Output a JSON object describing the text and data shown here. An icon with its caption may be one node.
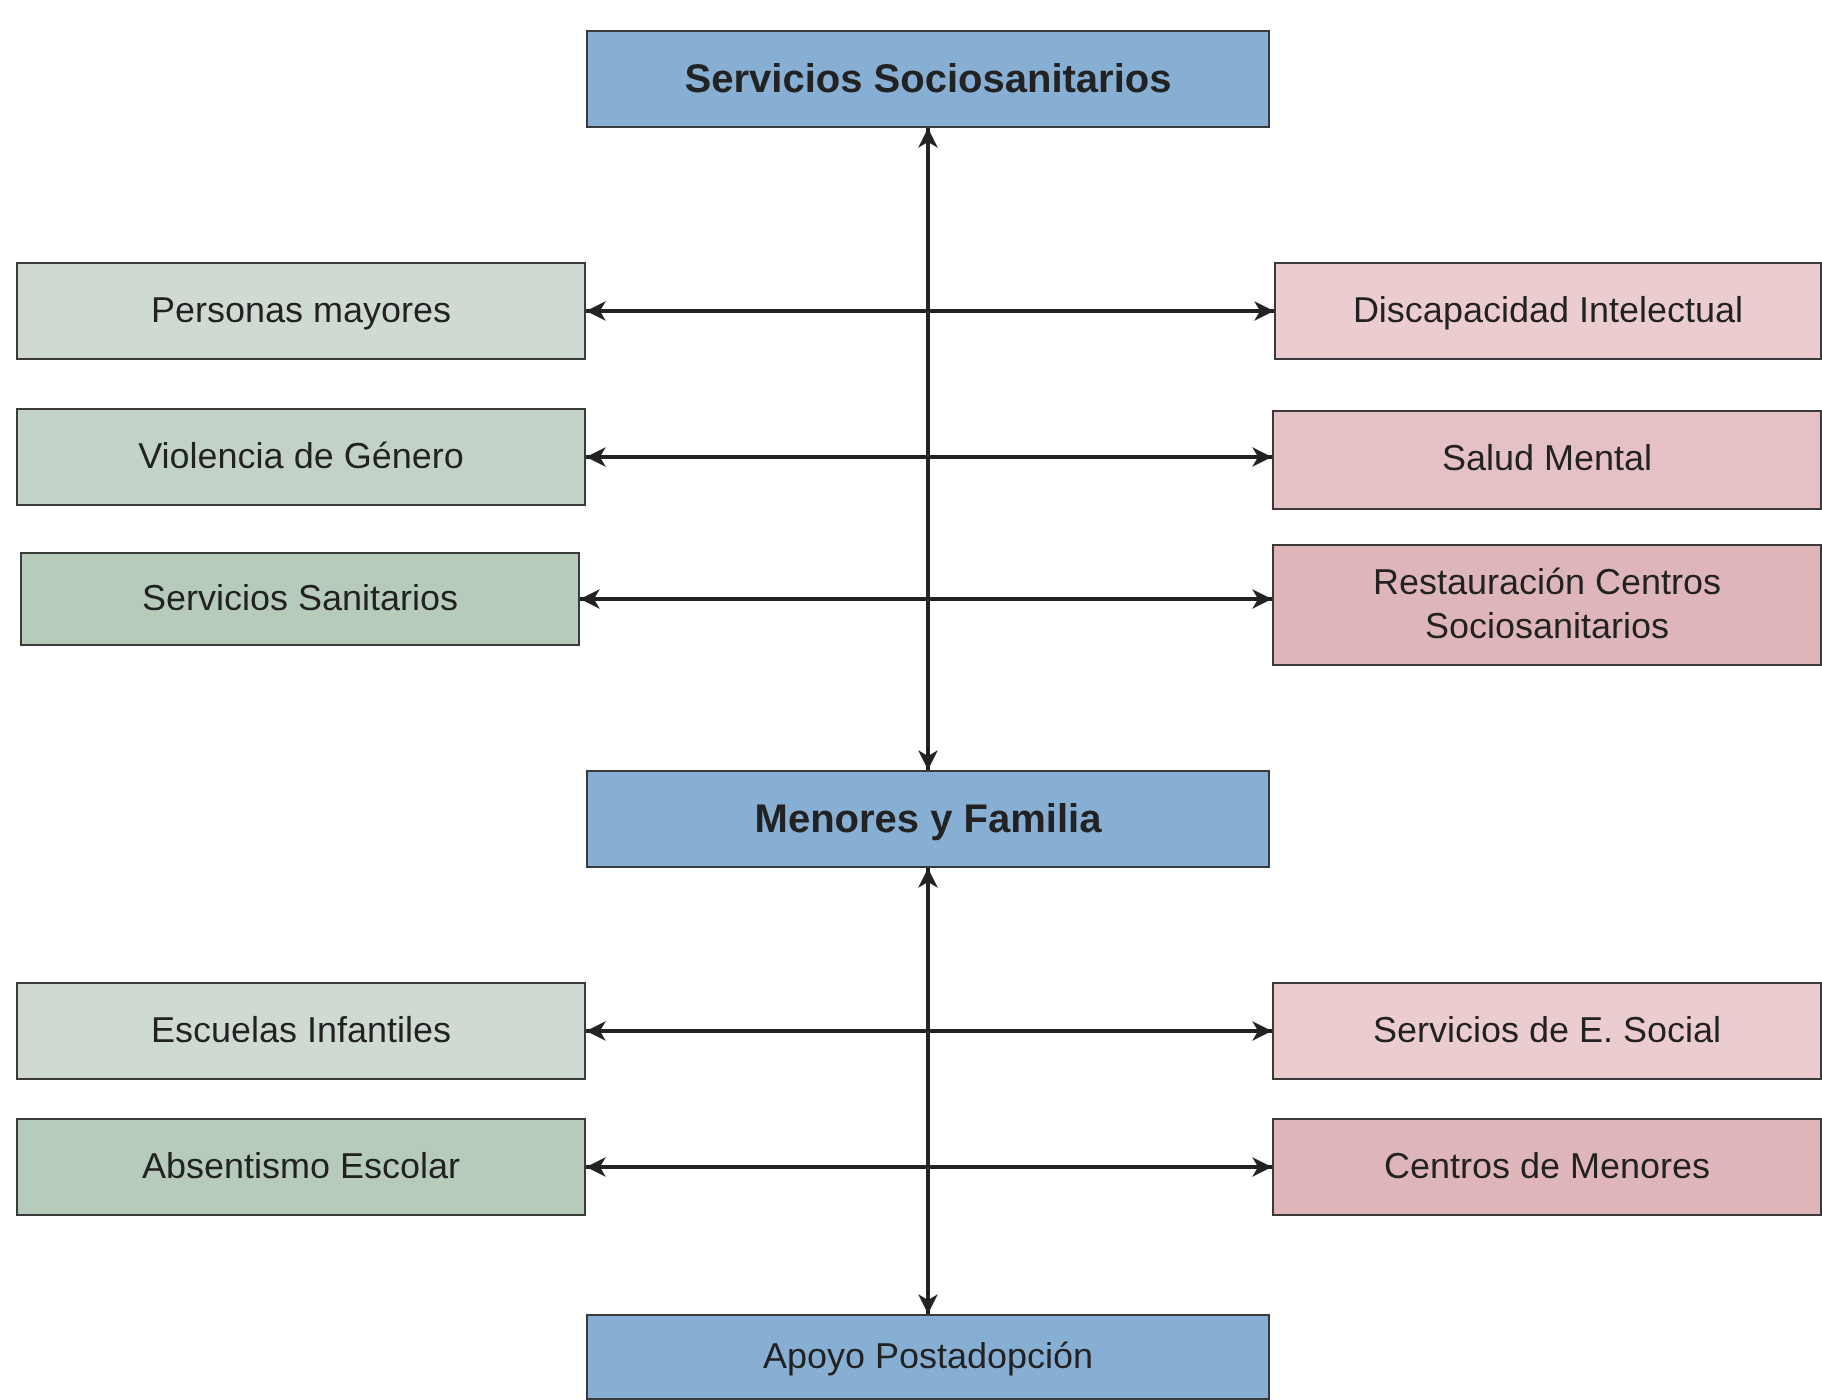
{
  "diagram": {
    "nodes": [
      {
        "text": [
          "Servicios Sociosanitarios"
        ]
      },
      {
        "text": [
          "Personas mayores"
        ]
      },
      {
        "text": [
          "Discapacidad Intelectual"
        ]
      },
      {
        "text": [
          "Violencia de Género"
        ]
      },
      {
        "text": [
          "Salud Mental"
        ]
      },
      {
        "text": [
          "Servicios Sanitarios"
        ]
      },
      {
        "text": [
          "Restauración Centros Sociosanitarios"
        ]
      },
      {
        "text": [
          "Menores y Familia"
        ]
      },
      {
        "text": [
          "Escuelas Infantiles"
        ]
      },
      {
        "text": [
          "Servicios de E. Social"
        ]
      },
      {
        "text": [
          "Absentismo Escolar"
        ]
      },
      {
        "text": [
          "Centros de Menores"
        ]
      },
      {
        "text": [
          "Apoyo Postadopción"
        ]
      }
    ],
    "edges": [
      {
        "from": 0,
        "to": 7,
        "arrow": "both"
      },
      {
        "from": 1,
        "to": 2,
        "arrow": "both"
      },
      {
        "from": 3,
        "to": 4,
        "arrow": "both"
      },
      {
        "from": 5,
        "to": 6,
        "arrow": "both"
      },
      {
        "from": 7,
        "to": 12,
        "arrow": "both"
      },
      {
        "from": 8,
        "to": 9,
        "arrow": "both"
      },
      {
        "from": 10,
        "to": 11,
        "arrow": "both"
      }
    ]
  }
}
